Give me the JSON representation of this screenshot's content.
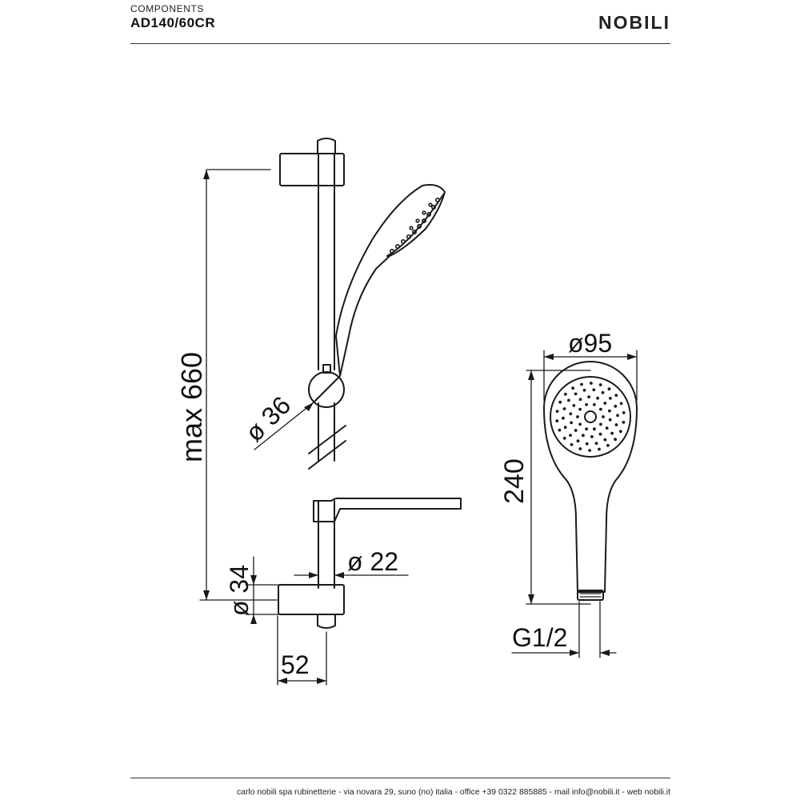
{
  "header": {
    "section_label": "COMPONENTS",
    "product_code": "AD140/60CR",
    "brand": "NOBILI"
  },
  "drawing": {
    "dim_max_height": "max 660",
    "dim_support_diameter": "ø 36",
    "dim_bar_diameter": "ø 22",
    "dim_bracket_diameter": "ø 34",
    "dim_bracket_width": "52",
    "dim_head_diameter": "ø95",
    "dim_handshower_length": "240",
    "dim_connection": "G1/2"
  },
  "footer": {
    "text": "carlo nobili spa rubinetterie - via novara 29, suno (no) italia - office +39 0322 885885 - mail info@nobili.it - web nobili.it"
  },
  "colors": {
    "line": "#1a1a1a",
    "background": "#ffffff"
  }
}
